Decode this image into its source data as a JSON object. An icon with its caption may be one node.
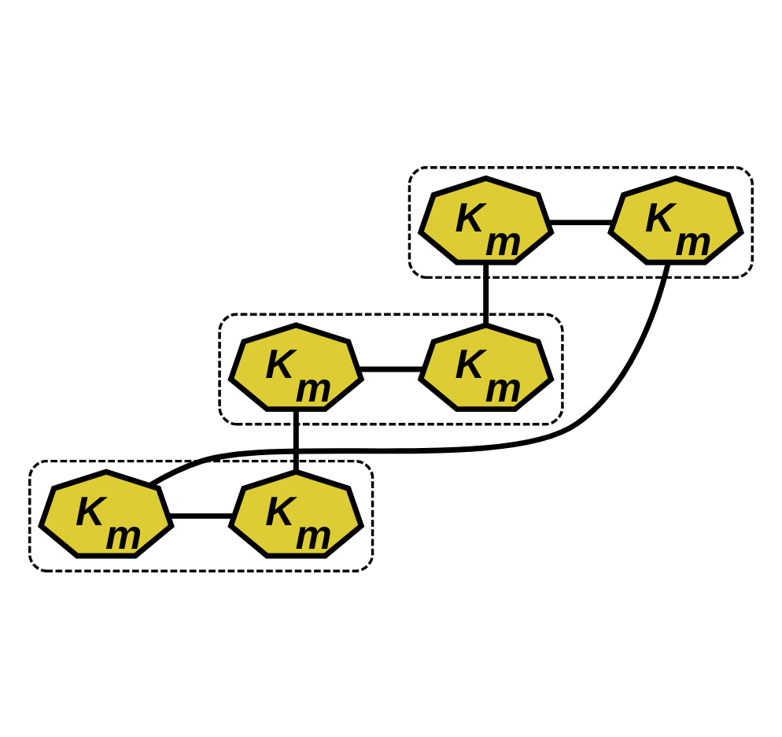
{
  "diagram": {
    "nodes": [
      {
        "text": [],
        "shape": "ellipse"
      },
      {
        "text": [
          "K$_{m}$"
        ],
        "in": 0
      },
      {
        "text": [
          "K$_{m}$"
        ],
        "in": 0
      },
      {
        "text": [],
        "shape": "ellipse"
      },
      {
        "text": [
          "K$_{m}$"
        ],
        "in": 3
      },
      {
        "text": [
          "K$_{m}$"
        ],
        "in": 3
      },
      {
        "text": [],
        "shape": "ellipse"
      },
      {
        "text": [
          "K$_{m}$"
        ],
        "in": 6
      },
      {
        "text": [
          "K$_{m}$"
        ],
        "in": 6
      }
    ],
    "edges": [
      {
        "from": 2,
        "to": 4,
        "arrow": "none"
      },
      {
        "from": 4,
        "to": 5,
        "arrow": "none"
      },
      {
        "from": 5,
        "to": 7,
        "arrow": "none"
      },
      {
        "from": 7,
        "to": 8,
        "arrow": "none"
      },
      {
        "from": 8,
        "to": 1,
        "arrow": "none"
      },
      {
        "from": 1,
        "to": 2,
        "arrow": "none"
      }
    ]
  }
}
